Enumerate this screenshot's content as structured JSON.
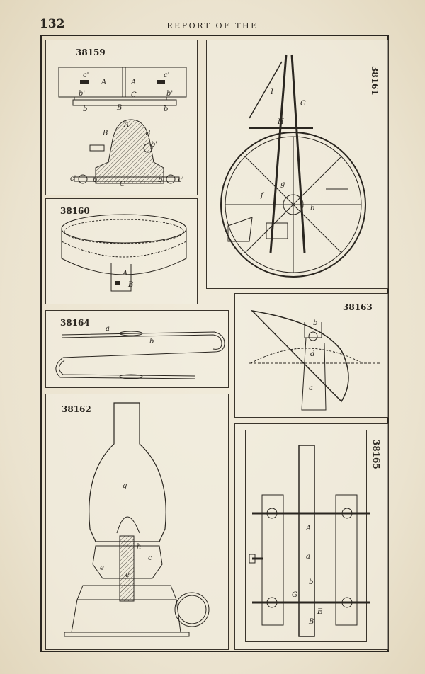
{
  "header": {
    "page_number": "132",
    "running_title": "REPORT OF THE"
  },
  "figures": {
    "fig38159": {
      "number": "38159",
      "labels": [
        "A",
        "A",
        "B",
        "B",
        "B",
        "C",
        "C",
        "b",
        "b",
        "b",
        "b",
        "b'",
        "b'",
        "b'",
        "c'",
        "c'",
        "c'",
        "c'"
      ]
    },
    "fig38160": {
      "number": "38160",
      "labels": [
        "A",
        "B"
      ]
    },
    "fig38161": {
      "number": "38161",
      "labels": [
        "I",
        "G",
        "H",
        "f",
        "g",
        "b"
      ]
    },
    "fig38163": {
      "number": "38163",
      "labels": [
        "b",
        "d",
        "a"
      ]
    },
    "fig38164": {
      "number": "38164",
      "labels": [
        "a",
        "b"
      ]
    },
    "fig38162": {
      "number": "38162",
      "labels": [
        "g",
        "h",
        "e",
        "c",
        "e"
      ]
    },
    "fig38165": {
      "number": "38165",
      "labels": [
        "A",
        "a",
        "G",
        "b",
        "B",
        "E"
      ]
    }
  }
}
